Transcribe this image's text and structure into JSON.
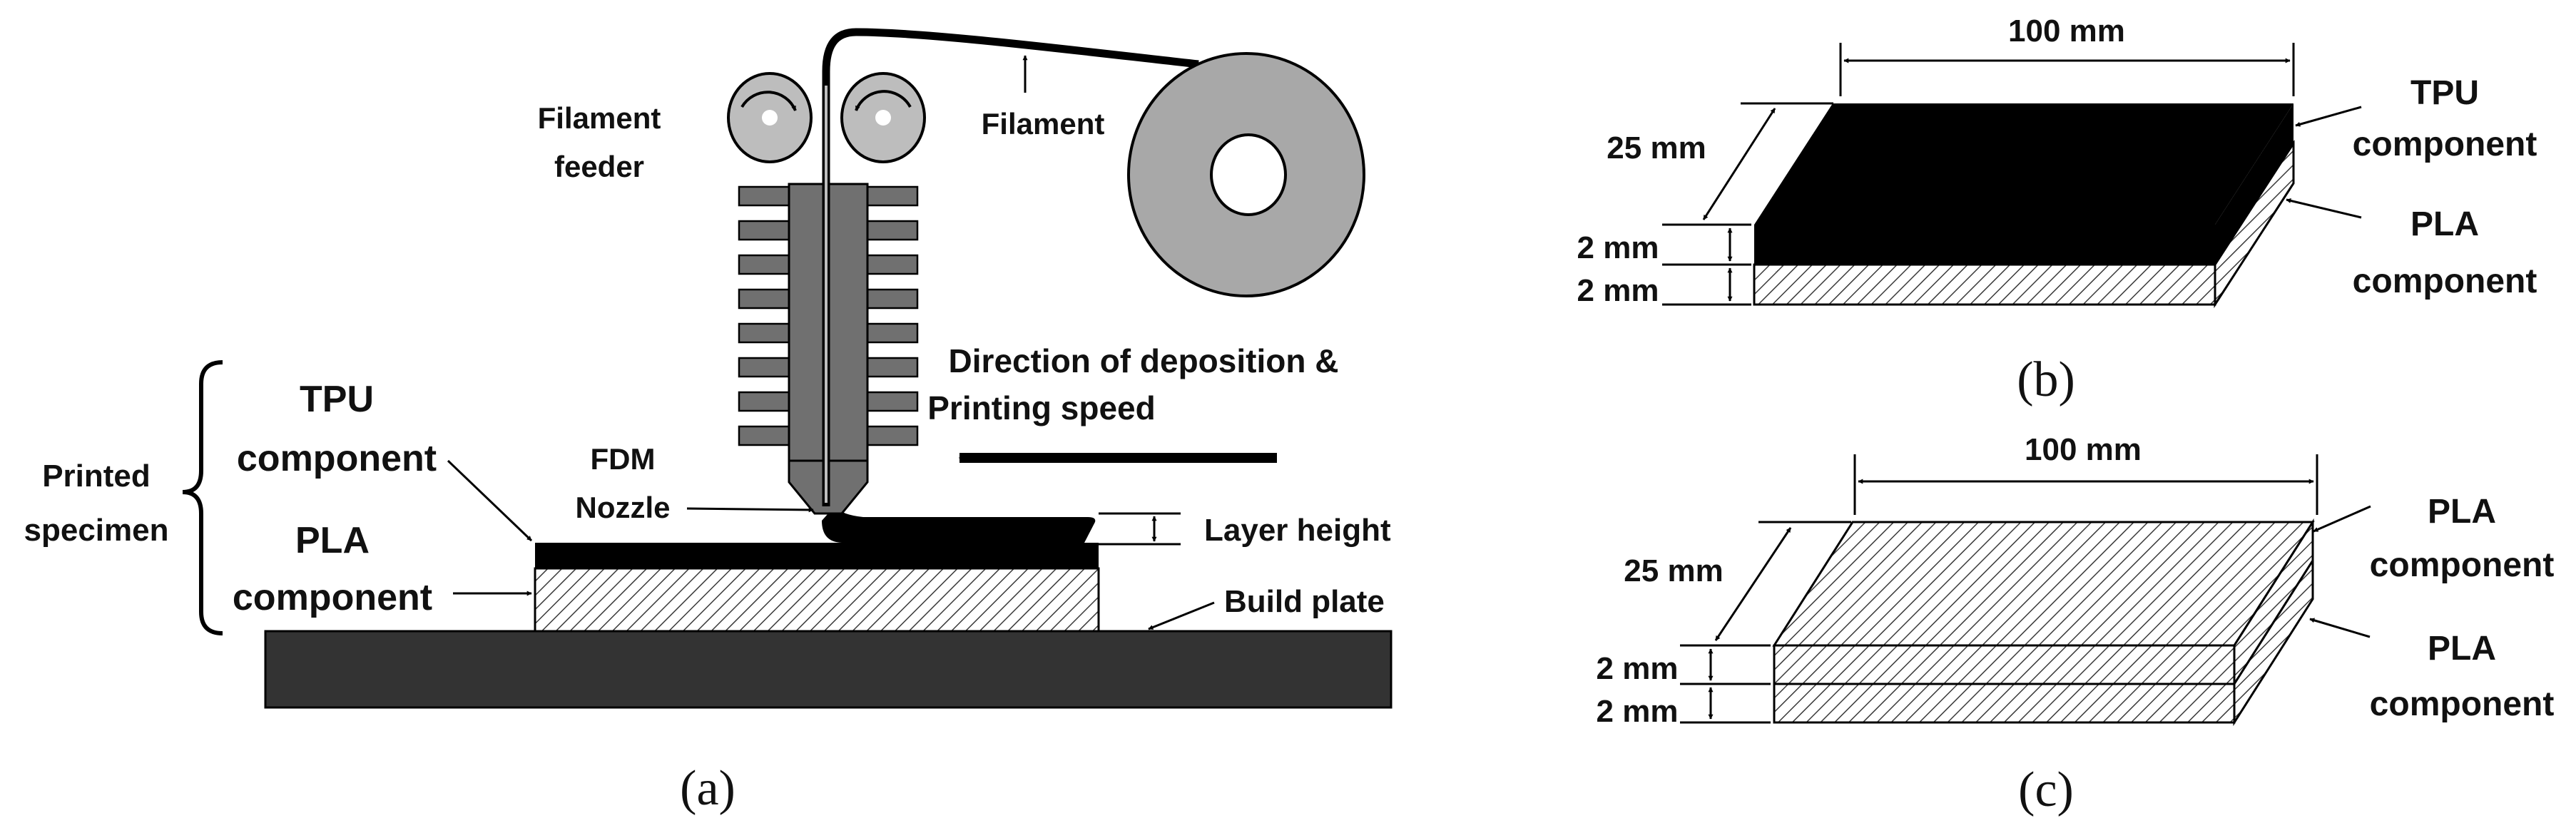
{
  "colors": {
    "black": "#000000",
    "dark_gray": "#333333",
    "mid_gray": "#707070",
    "light_gray": "#a8a8a8",
    "roller_gray": "#bdbdbd",
    "hatch": "#3a3a3a",
    "background": "#ffffff"
  },
  "panel_a": {
    "labels": {
      "filament_feeder_line1": "Filament",
      "filament_feeder_line2": "feeder",
      "filament": "Filament",
      "direction_line1": "Direction of deposition &",
      "direction_line2": "Printing speed",
      "fdm_line1": "FDM",
      "fdm_line2": "Nozzle",
      "tpu_line1": "TPU",
      "tpu_line2": "component",
      "pla_line1": "PLA",
      "pla_line2": "component",
      "printed_line1": "Printed",
      "printed_line2": "specimen",
      "layer_height": "Layer height",
      "build_plate": "Build plate"
    },
    "caption": "(a)"
  },
  "panel_b": {
    "width_label": "100 mm",
    "depth_label": "25 mm",
    "thickness_top_label": "2 mm",
    "thickness_bottom_label": "2 mm",
    "top_layer_line1": "TPU",
    "top_layer_line2": "component",
    "bottom_layer_line1": "PLA",
    "bottom_layer_line2": "component",
    "caption": "(b)"
  },
  "panel_c": {
    "width_label": "100 mm",
    "depth_label": "25 mm",
    "thickness_top_label": "2 mm",
    "thickness_bottom_label": "2 mm",
    "top_layer_line1": "PLA",
    "top_layer_line2": "component",
    "bottom_layer_line1": "PLA",
    "bottom_layer_line2": "component",
    "caption": "(c)"
  }
}
